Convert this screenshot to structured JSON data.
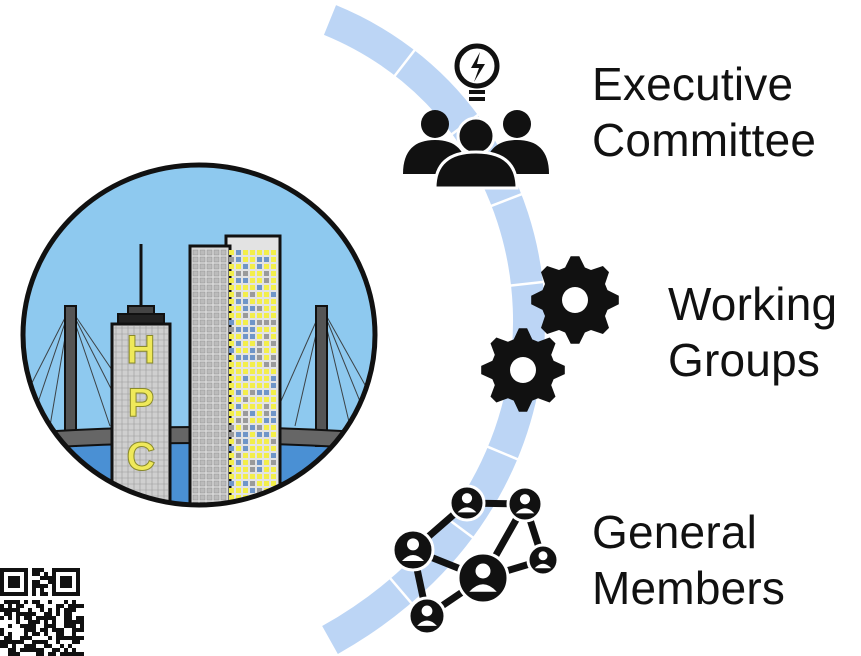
{
  "logo": {
    "letters": [
      "H",
      "P",
      "C"
    ],
    "colors": {
      "sky": "#8ec9ef",
      "water": "#4a90d4",
      "tower": "#cfcfcf",
      "window": "#f3ee4a",
      "outline": "#111111"
    }
  },
  "arc": {
    "color": "#bcd5f5"
  },
  "tiers": [
    {
      "lines": [
        "Executive",
        "Committee"
      ],
      "icon": "team-lightbulb-icon"
    },
    {
      "lines": [
        "Working",
        "Groups"
      ],
      "icon": "gears-icon"
    },
    {
      "lines": [
        "General",
        "Members"
      ],
      "icon": "network-people-icon"
    }
  ],
  "qr": {
    "icon": "qr-code-icon"
  }
}
